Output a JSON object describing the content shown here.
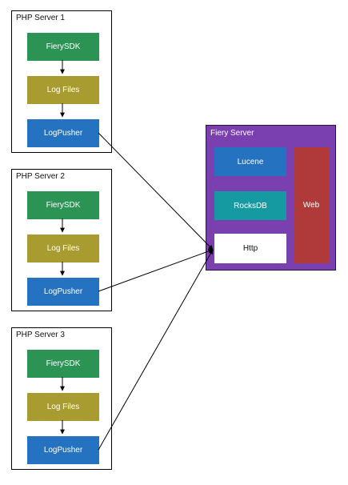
{
  "php_servers": [
    {
      "title": "PHP Server 1",
      "sdk": "FierySDK",
      "logs": "Log Files",
      "pusher": "LogPusher"
    },
    {
      "title": "PHP Server 2",
      "sdk": "FierySDK",
      "logs": "Log Files",
      "pusher": "LogPusher"
    },
    {
      "title": "PHP Server 3",
      "sdk": "FierySDK",
      "logs": "Log Files",
      "pusher": "LogPusher"
    }
  ],
  "fiery_server": {
    "title": "Fiery Server",
    "lucene": "Lucene",
    "rocksdb": "RocksDB",
    "http": "Http",
    "web": "Web"
  },
  "colors": {
    "sdk": "#2b9455",
    "logs": "#a89b2f",
    "pusher": "#2472c0",
    "fiery_bg": "#7a40b0",
    "rocksdb": "#159aa2",
    "web": "#b03a3a"
  }
}
